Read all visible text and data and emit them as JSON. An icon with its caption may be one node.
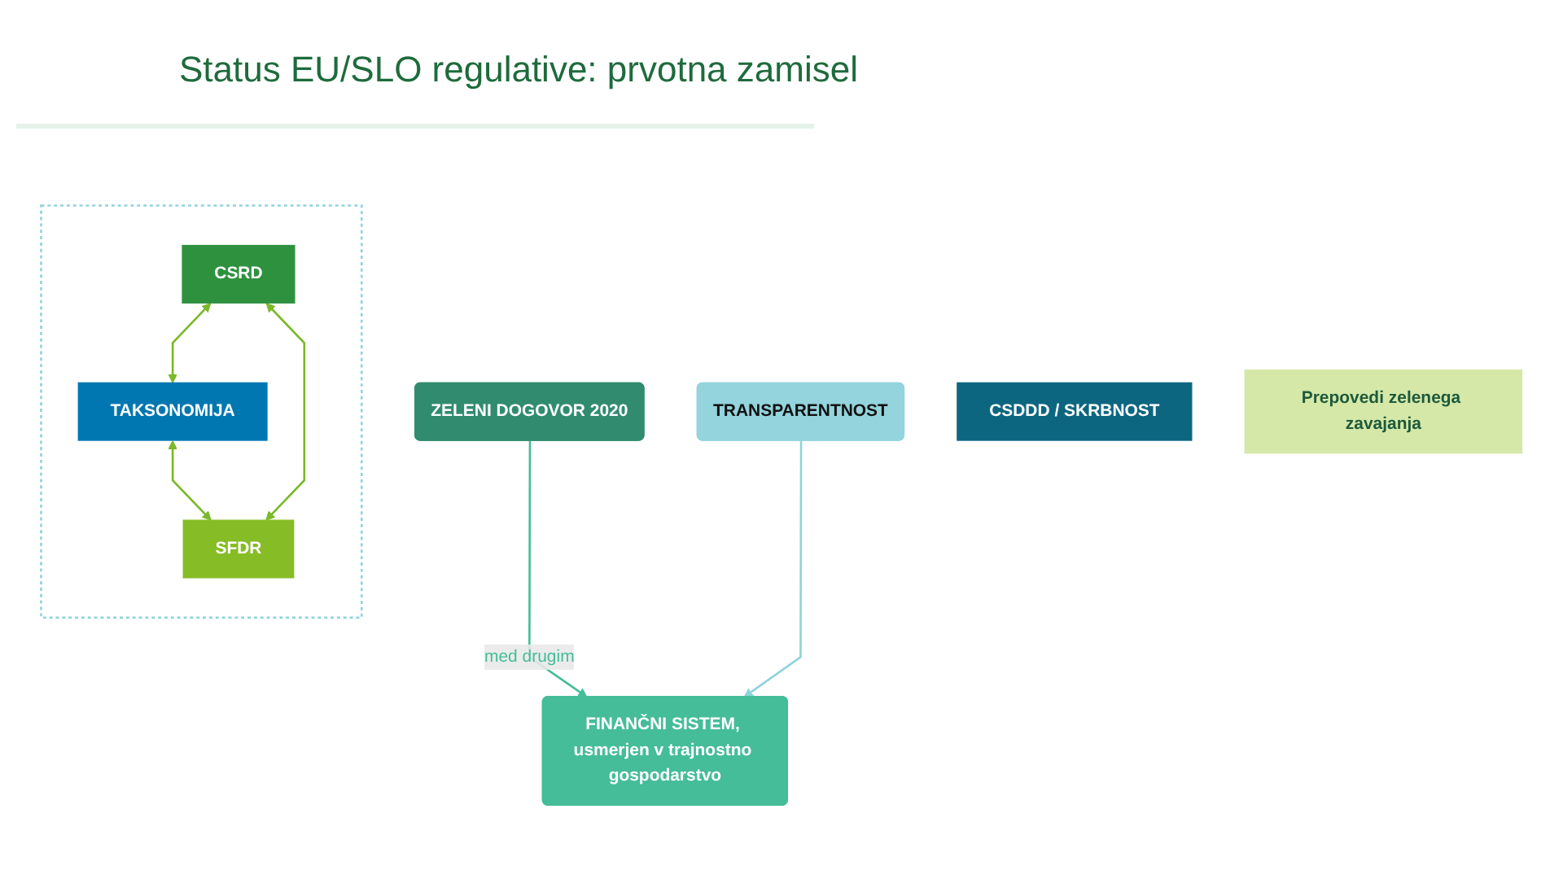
{
  "diagram": {
    "title": "Status EU/SLO regulative: prvotna zamisel",
    "nodes": [
      {
        "text": [
          "ZELENI DOGOVOR 2020"
        ]
      },
      {
        "text": [
          "FINANČNI SISTEM, usmerjen v trajnostno gospodarstvo"
        ]
      },
      {
        "text": [
          "TRANSPARENTNOST"
        ]
      },
      {
        "text": [],
        "shape": "box"
      },
      {
        "text": [
          "CSRD"
        ],
        "in": 3
      },
      {
        "text": [
          "TAKSONOMIJA"
        ],
        "in": 3
      },
      {
        "text": [
          "SFDR"
        ],
        "in": 3
      },
      {
        "text": [
          "CSDDD / SKRBNOST"
        ]
      },
      {
        "text": [
          "Prepovedi zelenega zavajanja"
        ]
      }
    ],
    "edges": [
      {
        "from": 0,
        "to": 1,
        "arrow": "to",
        "label": "med drugim",
        "color": "#44bd98"
      },
      {
        "from": 2,
        "to": 1,
        "arrow": "to",
        "color": "#8fd3dc"
      },
      {
        "from": 4,
        "to": 5,
        "arrow": "both"
      },
      {
        "from": 5,
        "to": 6,
        "arrow": "both"
      },
      {
        "from": 4,
        "to": 6,
        "arrow": "both"
      }
    ]
  }
}
